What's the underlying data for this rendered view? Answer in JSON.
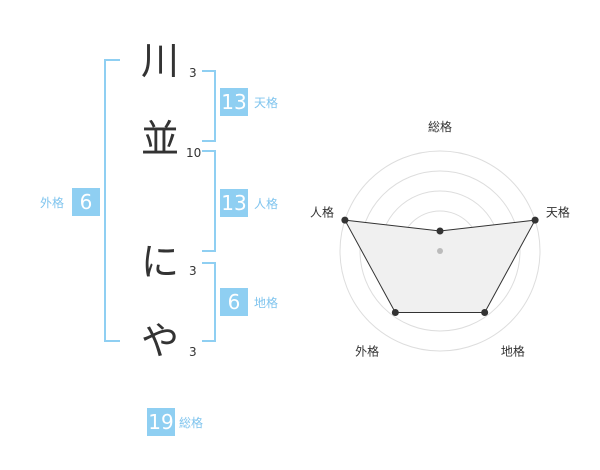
{
  "name": {
    "characters": [
      {
        "char": "川",
        "strokes": "3"
      },
      {
        "char": "並",
        "strokes": "10"
      },
      {
        "char": "に",
        "strokes": "3"
      },
      {
        "char": "や",
        "strokes": "3"
      }
    ]
  },
  "scores": {
    "tenkaku": {
      "value": "13",
      "label": "天格"
    },
    "jinkaku": {
      "value": "13",
      "label": "人格"
    },
    "chikaku": {
      "value": "6",
      "label": "地格"
    },
    "gaikaku": {
      "value": "6",
      "label": "外格"
    },
    "soukaku": {
      "value": "19",
      "label": "総格"
    }
  },
  "colors": {
    "accent": "#8fcff2",
    "accent_text": "#7fc4ee",
    "text": "#333333",
    "radar_fill": "#f0f0f0",
    "radar_line": "#333333"
  },
  "chart_data": {
    "type": "radar",
    "axes": [
      "総格",
      "天格",
      "地格",
      "外格",
      "人格"
    ],
    "values": [
      0.0,
      1.0,
      0.7,
      0.7,
      1.0
    ],
    "rings": 4
  }
}
